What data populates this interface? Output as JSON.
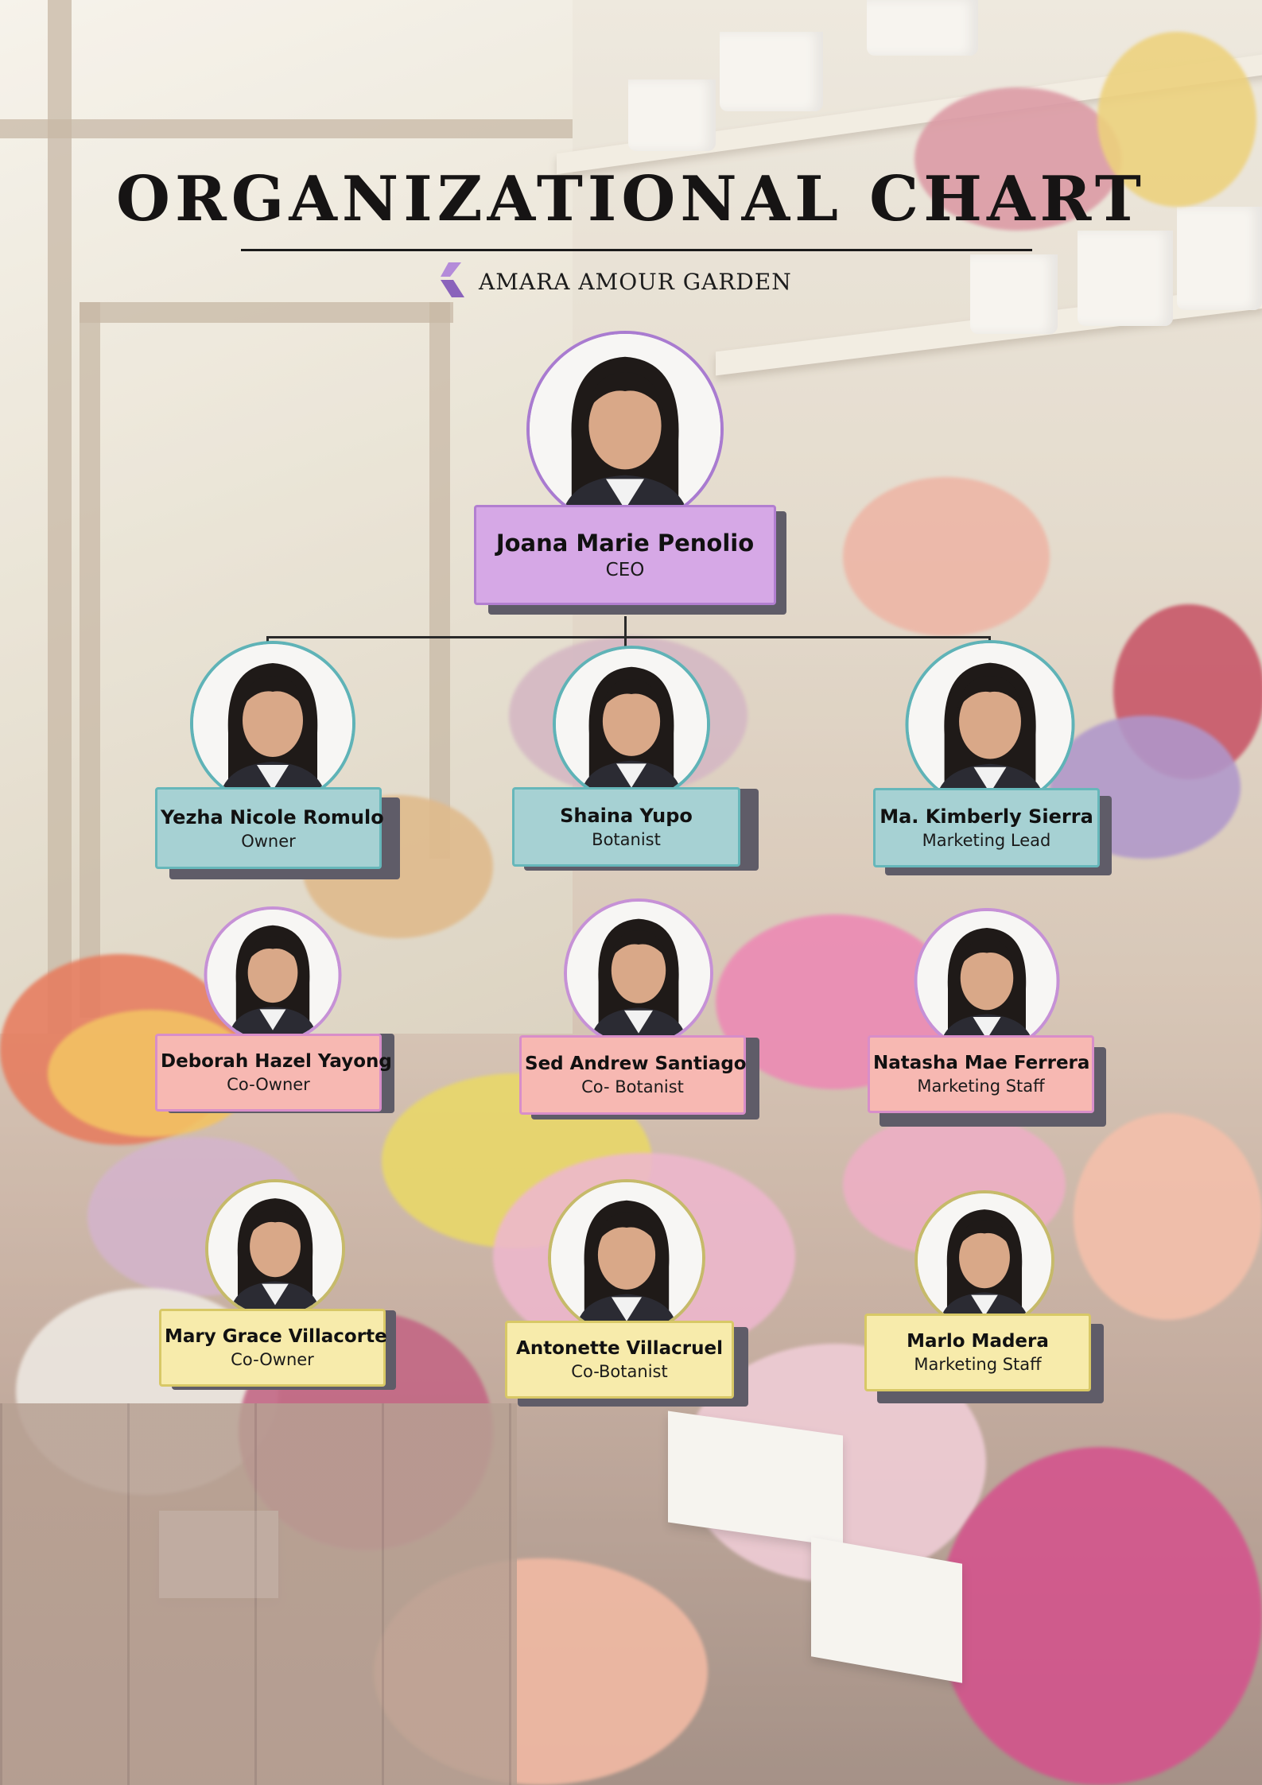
{
  "header": {
    "title": "ORGANIZATIONAL CHART",
    "brand": "AMARA AMOUR GARDEN"
  },
  "colors": {
    "ceo_card": "#d6a8e6",
    "management_card": "#a6d1d3",
    "staff_card": "#f7b8b2",
    "support_card": "#f7ebab"
  },
  "ceo": {
    "name": "Joana Marie Penolio",
    "role": "CEO"
  },
  "management": [
    {
      "name": "Yezha Nicole Romulo",
      "role": "Owner"
    },
    {
      "name": "Shaina Yupo",
      "role": "Botanist"
    },
    {
      "name": "Ma. Kimberly Sierra",
      "role": "Marketing Lead"
    }
  ],
  "staff": [
    {
      "name": "Deborah Hazel Yayong",
      "role": "Co-Owner"
    },
    {
      "name": "Sed Andrew Santiago",
      "role": "Co- Botanist"
    },
    {
      "name": "Natasha Mae Ferrera",
      "role": "Marketing Staff"
    }
  ],
  "support": [
    {
      "name": "Mary Grace Villacorte",
      "role": "Co-Owner"
    },
    {
      "name": "Antonette Villacruel",
      "role": "Co-Botanist"
    },
    {
      "name": "Marlo Madera",
      "role": "Marketing Staff"
    }
  ]
}
